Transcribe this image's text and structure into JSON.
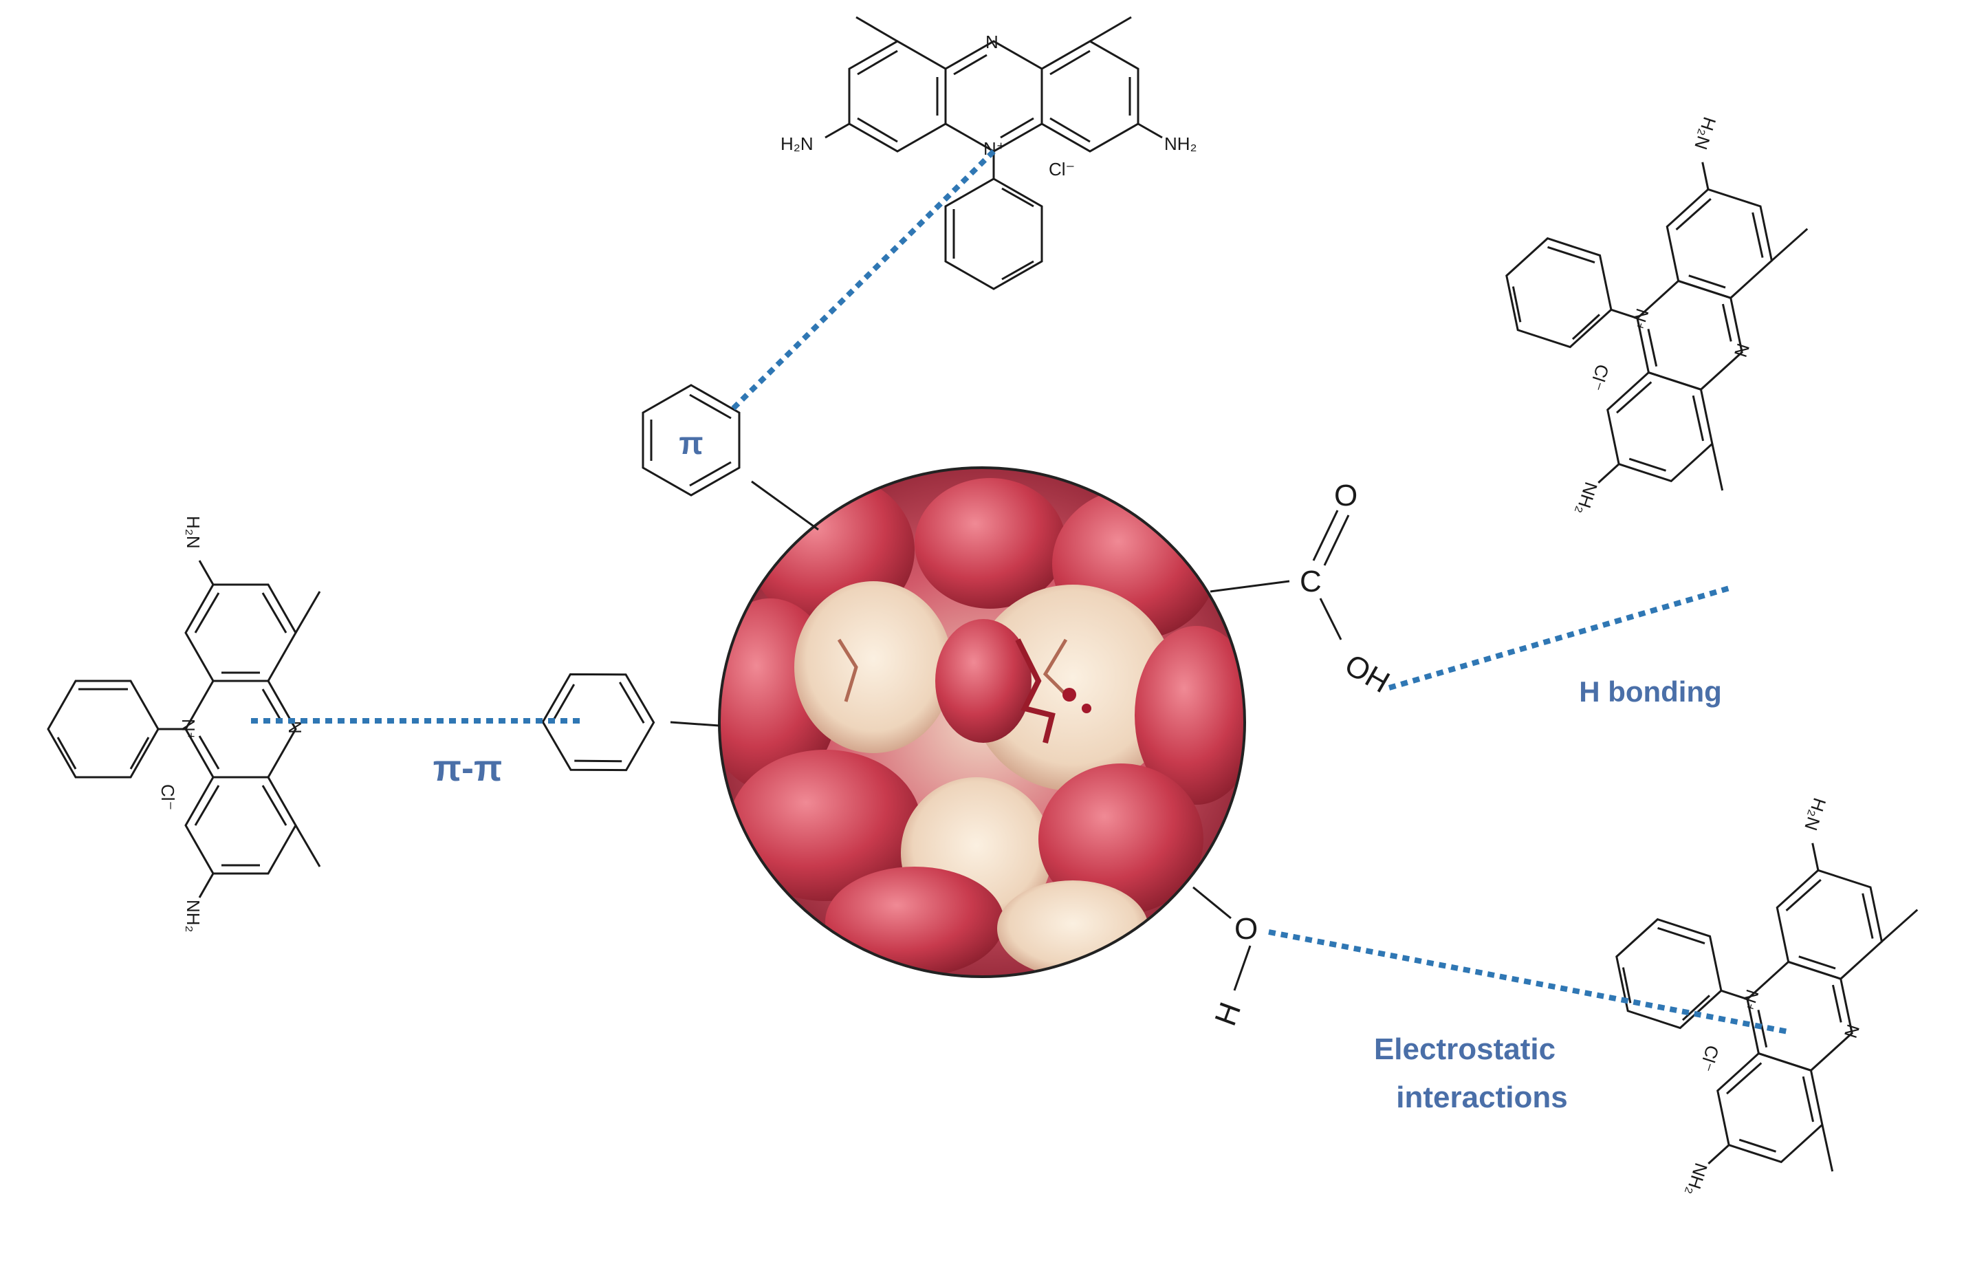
{
  "labels": {
    "pi": "π",
    "pi_pi": "π-π",
    "h_bonding": "H bonding",
    "electrostatic_line1": "Electrostatic",
    "electrostatic_line2": "interactions"
  },
  "functional_groups": {
    "carbonyl_o": "O",
    "carbon": "C",
    "hydroxyl": "OH",
    "phenol_o": "O",
    "phenol_h": "H"
  },
  "dye_molecule": {
    "ring_n": "N",
    "quaternary_n": "N⁺",
    "chloride": "Cl⁻",
    "amine_left": "H₂N",
    "amine_right": "NH₂"
  },
  "colors": {
    "interaction_line": "#2f77b4",
    "label_text": "#4a6fa8",
    "bond": "#1a1a1a"
  },
  "adsorbent_photo": {
    "description_icon": "pomegranate-peel-photo"
  }
}
